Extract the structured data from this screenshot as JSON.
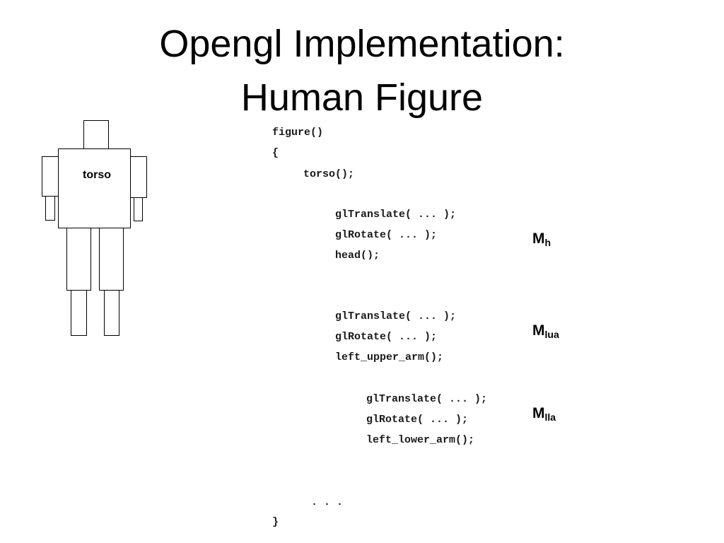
{
  "slide": {
    "title_line1": "Opengl Implementation:",
    "title_line2": "Human Figure"
  },
  "diagram": {
    "torso_label": "torso",
    "stroke_color": "#000000"
  },
  "code": {
    "line_figure": "figure()",
    "line_open": "{",
    "line_torso": "torso();",
    "line_translate_h": "glTranslate( ... );",
    "line_rotate_h": "glRotate( ... );",
    "line_head": "head();",
    "line_translate_lua": "glTranslate( ... );",
    "line_rotate_lua": "glRotate( ... );",
    "line_left_upper_arm": "left_upper_arm();",
    "line_translate_lla": "glTranslate( ... );",
    "line_rotate_lla": "glRotate( ... );",
    "line_left_lower_arm": "left_lower_arm();",
    "line_ellipsis": ". . .",
    "line_close": "}"
  },
  "matrices": {
    "mh_base": "M",
    "mh_sub": "h",
    "mlua_base": "M",
    "mlua_sub": "lua",
    "mlla_base": "M",
    "mlla_sub": "lla"
  }
}
